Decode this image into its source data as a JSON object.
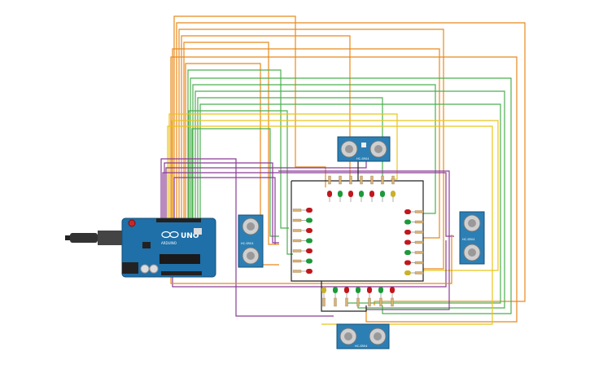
{
  "board": {
    "brand": "UNO",
    "subtitle": "ARDUINO",
    "icon": "infinity-logo-icon"
  },
  "sensors": [
    {
      "id": "top",
      "label": "HC-SR04"
    },
    {
      "id": "left",
      "label": "HC-SR04"
    },
    {
      "id": "right",
      "label": "HC-SR04"
    },
    {
      "id": "bottom",
      "label": "HC-SR04"
    }
  ],
  "colors": {
    "wire_orange": "#e8891c",
    "wire_green": "#4caf50",
    "wire_yellow": "#e8c51c",
    "wire_purple": "#8a3c96",
    "wire_black": "#222222",
    "board_blue": "#1f6fa8",
    "sensor_blue": "#2c7fb4",
    "led_red": "#c0171d",
    "led_green": "#1c9a3a",
    "led_yellow": "#c9b12a"
  }
}
